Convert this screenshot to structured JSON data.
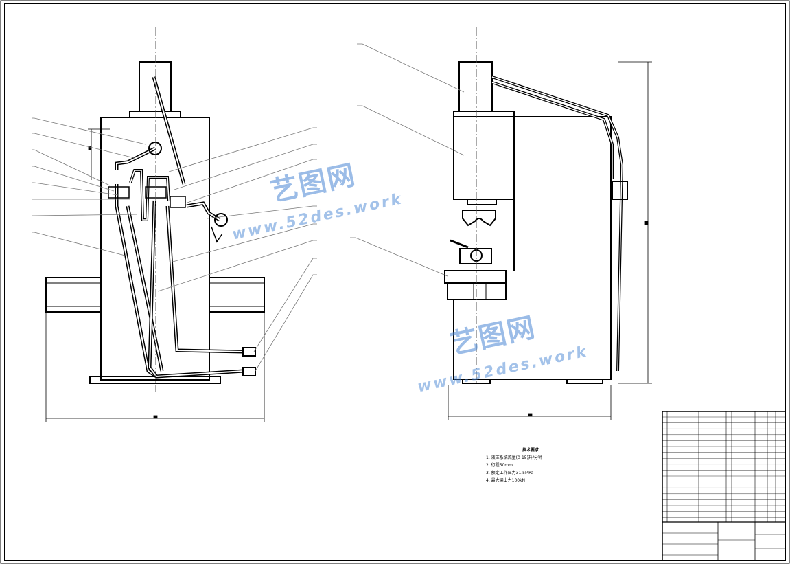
{
  "watermark": {
    "cn": "艺图网",
    "en": "www.52des.work",
    "color": "#4a86d4"
  },
  "notes": {
    "title": "技术要求",
    "items": [
      "1. 液压系统流量(0-15)升/分钟",
      "2. 行程50mm",
      "3. 额定工作压力31.5MPa",
      "4. 最大输出力100kN"
    ]
  },
  "colors": {
    "line": "#000000",
    "center_line": "#555555",
    "leader": "#777777",
    "background": "#ffffff"
  }
}
